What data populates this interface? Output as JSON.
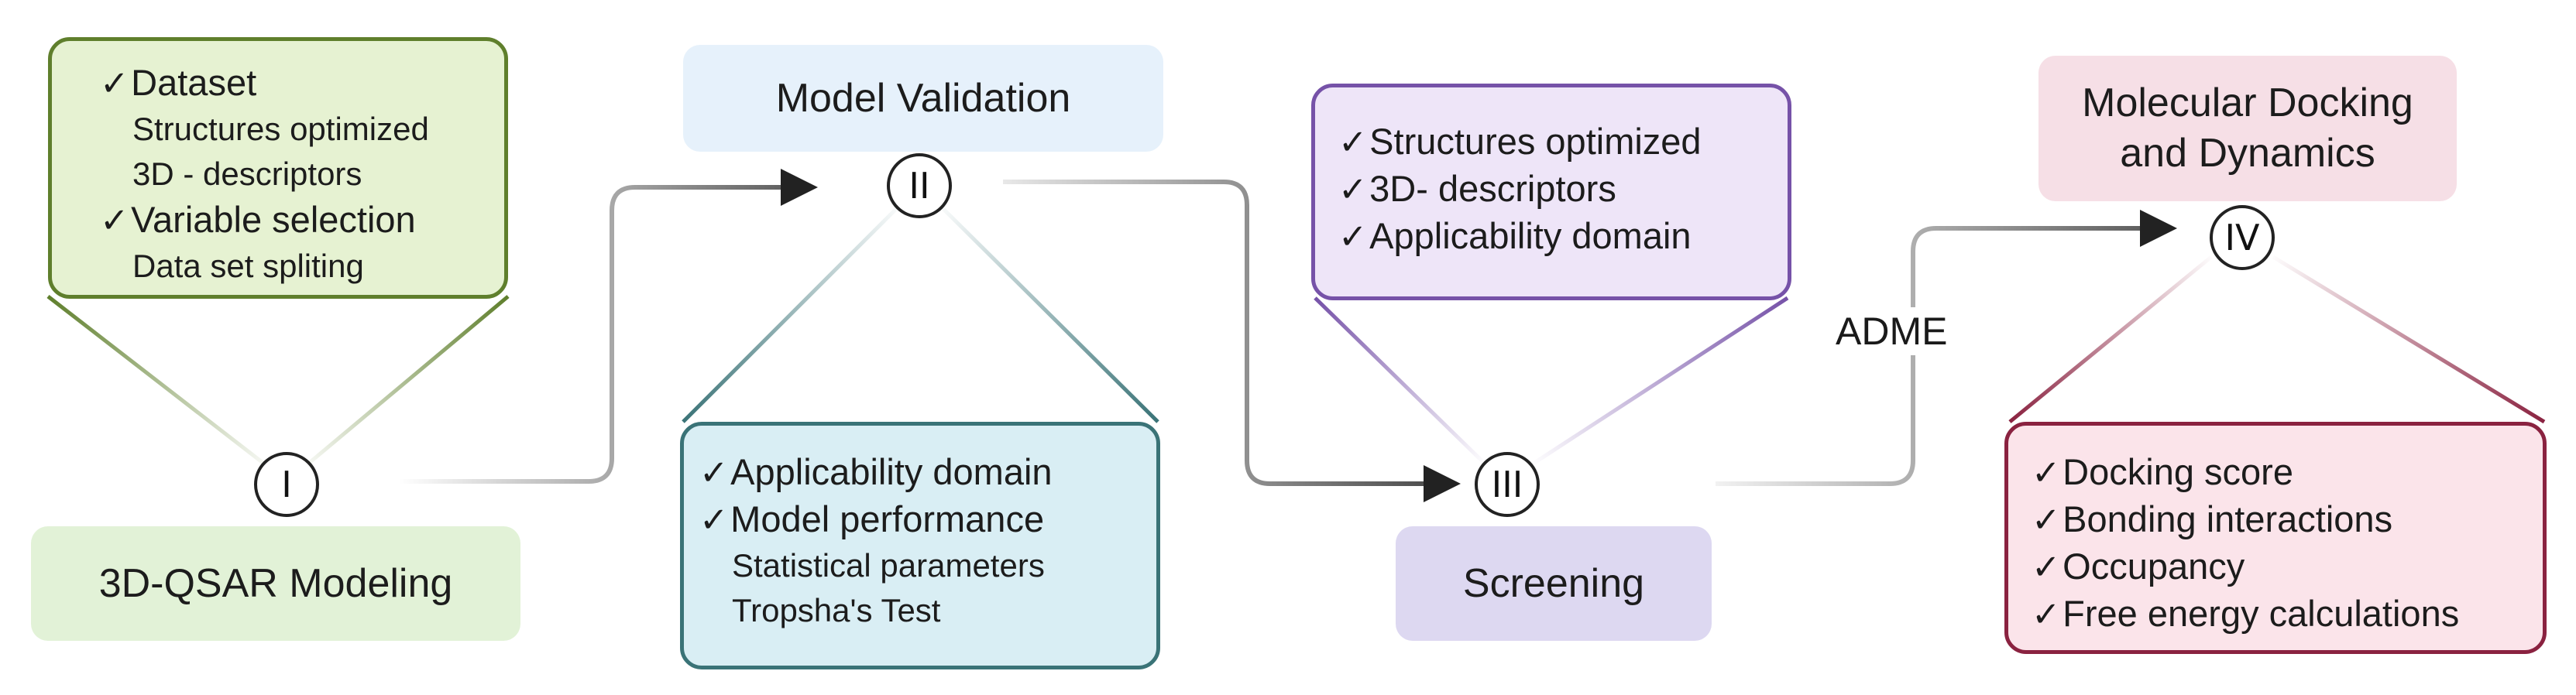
{
  "stages": [
    {
      "numeral": "I",
      "title": "3D-QSAR Modeling",
      "items": [
        {
          "text": "Dataset",
          "checked": true
        },
        {
          "text": "Structures optimized",
          "checked": false
        },
        {
          "text": "3D - descriptors",
          "checked": false
        },
        {
          "text": "Variable selection",
          "checked": true
        },
        {
          "text": "Data set spliting",
          "checked": false
        }
      ]
    },
    {
      "numeral": "II",
      "title": "Model Validation",
      "items": [
        {
          "text": "Applicability domain",
          "checked": true
        },
        {
          "text": "Model performance",
          "checked": true
        },
        {
          "text": "Statistical parameters",
          "checked": false
        },
        {
          "text": "Tropsha's Test",
          "checked": false
        }
      ]
    },
    {
      "numeral": "III",
      "title": "Screening",
      "items": [
        {
          "text": "Structures optimized",
          "checked": true
        },
        {
          "text": "3D- descriptors",
          "checked": true
        },
        {
          "text": "Applicability domain",
          "checked": true
        }
      ]
    },
    {
      "numeral": "IV",
      "title": "Molecular Docking and Dynamics",
      "items": [
        {
          "text": "Docking score",
          "checked": true
        },
        {
          "text": "Bonding interactions",
          "checked": true
        },
        {
          "text": "Occupancy",
          "checked": true
        },
        {
          "text": "Free energy calculations",
          "checked": true
        }
      ]
    }
  ],
  "connector_label": "ADME",
  "colors": {
    "stage1_border": "#5f7f2c",
    "stage1_fill": "#e6f2d2",
    "stage1_title_fill": "#e2f2d7",
    "stage2_border": "#3a7377",
    "stage2_fill": "#d9eef4",
    "stage2_title_fill": "#e6f1fb",
    "stage3_border": "#7652a8",
    "stage3_fill": "#eee5f8",
    "stage3_title_fill": "#ddd8f1",
    "stage4_border": "#8a2240",
    "stage4_fill": "#fbe4ea",
    "stage4_title_fill": "#f6dfe6",
    "arrow": "#222222"
  }
}
